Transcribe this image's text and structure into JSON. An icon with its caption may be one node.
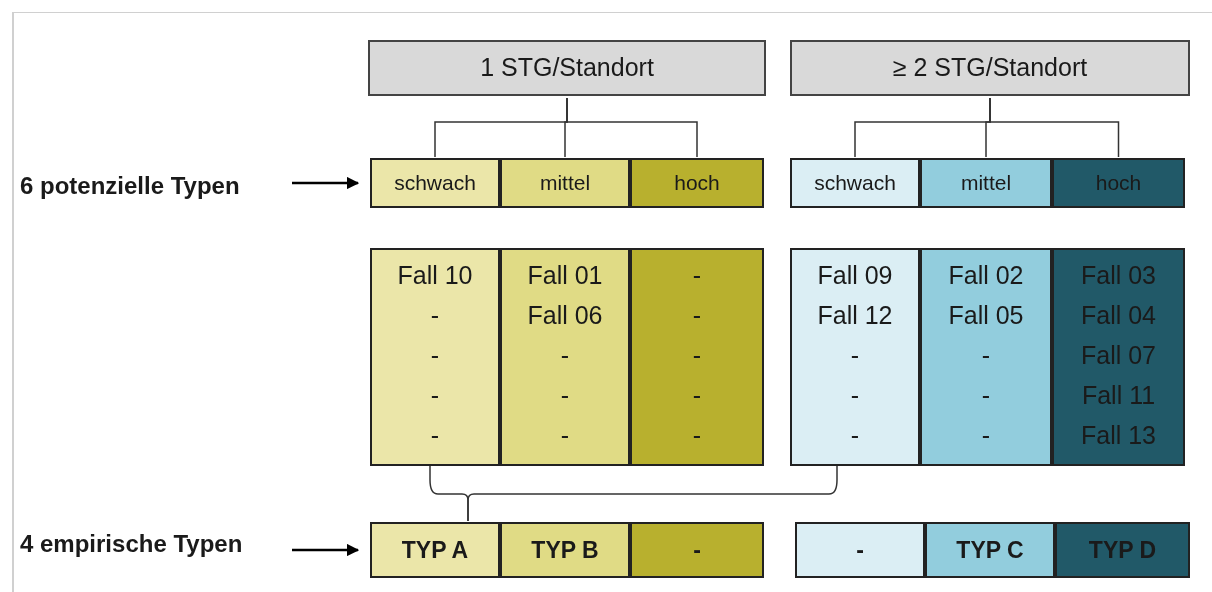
{
  "diagram": {
    "nodes": [
      {
        "text": [
          "1 STG/Standort"
        ]
      },
      {
        "text": [
          "≥ 2 STG/Standort"
        ]
      },
      {
        "text": [
          "schwach"
        ]
      },
      {
        "text": [
          "mittel"
        ]
      },
      {
        "text": [
          "hoch"
        ]
      },
      {
        "text": [
          "schwach"
        ]
      },
      {
        "text": [
          "mittel"
        ]
      },
      {
        "text": [
          "hoch"
        ]
      },
      {
        "text": [
          "Fall 10",
          "-",
          "-",
          "-",
          "-"
        ]
      },
      {
        "text": [
          "Fall 01",
          "Fall 06",
          "-",
          "-",
          "-"
        ]
      },
      {
        "text": [
          "-",
          "-",
          "-",
          "-",
          "-"
        ]
      },
      {
        "text": [
          "Fall 09",
          "Fall 12",
          "-",
          "-",
          "-"
        ]
      },
      {
        "text": [
          "Fall 02",
          "Fall 05",
          "-",
          "-",
          "-"
        ]
      },
      {
        "text": [
          "Fall 03",
          "Fall 04",
          "Fall 07",
          "Fall 11",
          "Fall 13"
        ]
      },
      {
        "text": [
          "TYP A"
        ]
      },
      {
        "text": [
          "TYP B"
        ]
      },
      {
        "text": [
          "-"
        ]
      },
      {
        "text": [
          "-"
        ]
      },
      {
        "text": [
          "TYP C"
        ]
      },
      {
        "text": [
          "TYP D"
        ]
      },
      {
        "text": [
          "6 potenzielle Typen"
        ]
      },
      {
        "text": [
          "4 empirische Typen"
        ]
      }
    ],
    "edges": [
      {
        "from": 0,
        "to": 2,
        "arrow": "none"
      },
      {
        "from": 0,
        "to": 3,
        "arrow": "none"
      },
      {
        "from": 0,
        "to": 4,
        "arrow": "none"
      },
      {
        "from": 1,
        "to": 5,
        "arrow": "none"
      },
      {
        "from": 1,
        "to": 6,
        "arrow": "none"
      },
      {
        "from": 1,
        "to": 7,
        "arrow": "none"
      },
      {
        "from": 20,
        "to": 2,
        "arrow": "to"
      },
      {
        "from": 21,
        "to": 14,
        "arrow": "to"
      },
      {
        "from": 8,
        "to": 14,
        "arrow": "none"
      },
      {
        "from": 11,
        "to": 14,
        "arrow": "none"
      }
    ]
  }
}
